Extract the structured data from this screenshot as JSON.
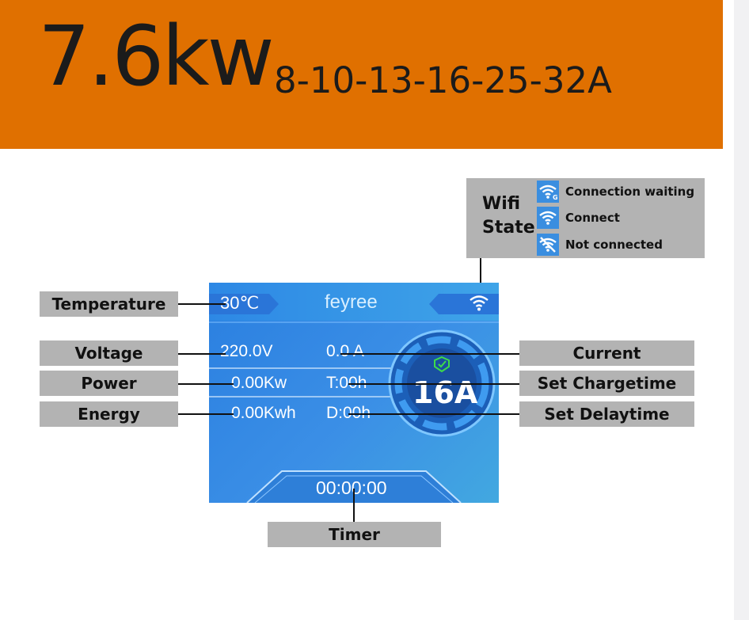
{
  "header": {
    "power": "7.6kw",
    "amps": "8-10-13-16-25-32A"
  },
  "wifi": {
    "title_line1": "Wifi",
    "title_line2": "State",
    "states": [
      {
        "icon": "wifi-waiting-icon",
        "label": "Connection waiting"
      },
      {
        "icon": "wifi-connected-icon",
        "label": "Connect"
      },
      {
        "icon": "wifi-disconnected-icon",
        "label": "Not connected"
      }
    ]
  },
  "labels": {
    "temperature": "Temperature",
    "voltage": "Voltage",
    "power": "Power",
    "energy": "Energy",
    "current": "Current",
    "set_chargetime": "Set Chargetime",
    "set_delaytime": "Set Delaytime",
    "timer": "Timer"
  },
  "screen": {
    "temperature": "30℃",
    "brand": "feyree",
    "voltage": "220.0V",
    "current": "0.0 A",
    "power": "0.00Kw",
    "chargetime": "T:00h",
    "energy": "0.00Kwh",
    "delaytime": "D:00h",
    "amperage": "16A",
    "timer": "00:00:00"
  },
  "colors": {
    "banner": "#e07000",
    "label_bg": "#b3b3b3",
    "screen_blue": "#2a7fe0",
    "shield_green": "#3ddc4a"
  }
}
